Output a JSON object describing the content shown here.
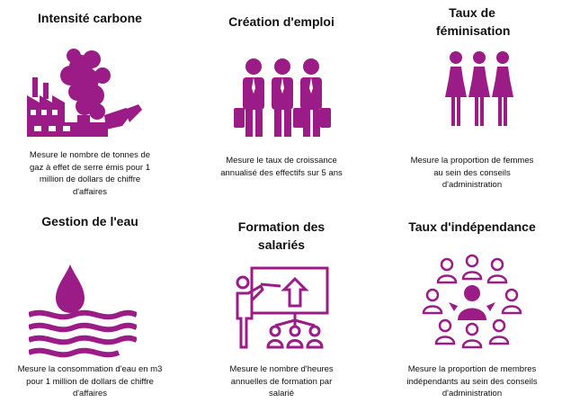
{
  "colors": {
    "accent": "#9b1c87",
    "text": "#111111",
    "background": "#ffffff"
  },
  "cards": [
    {
      "id": "carbon",
      "title": "Intensité carbone",
      "icon": "factory-pollution-icon",
      "desc": "Mesure le nombre de tonnes de gaz à effet de serre émis pour 1 million de dollars de chiffre d'affaires"
    },
    {
      "id": "jobs",
      "title": "Création d'emploi",
      "icon": "business-people-icon",
      "desc": "Mesure le taux de croissance annualisé des effectifs sur 5 ans"
    },
    {
      "id": "feminisation",
      "title": "Taux de féminisation",
      "icon": "women-group-icon",
      "desc": "Mesure la proportion de femmes au sein des conseils d'administration"
    },
    {
      "id": "water",
      "title": "Gestion de l'eau",
      "icon": "water-drop-icon",
      "desc": "Mesure la consommation d'eau en m3 pour 1 million de dollars de chiffre d'affaires"
    },
    {
      "id": "training",
      "title": "Formation des salariés",
      "icon": "training-presentation-icon",
      "desc": "Mesure le nombre d'heures annuelles de formation par salarié"
    },
    {
      "id": "independence",
      "title": "Taux d'indépendance",
      "icon": "board-members-icon",
      "desc": "Mesure la proportion de membres indépendants au sein des conseils d'administration"
    }
  ]
}
